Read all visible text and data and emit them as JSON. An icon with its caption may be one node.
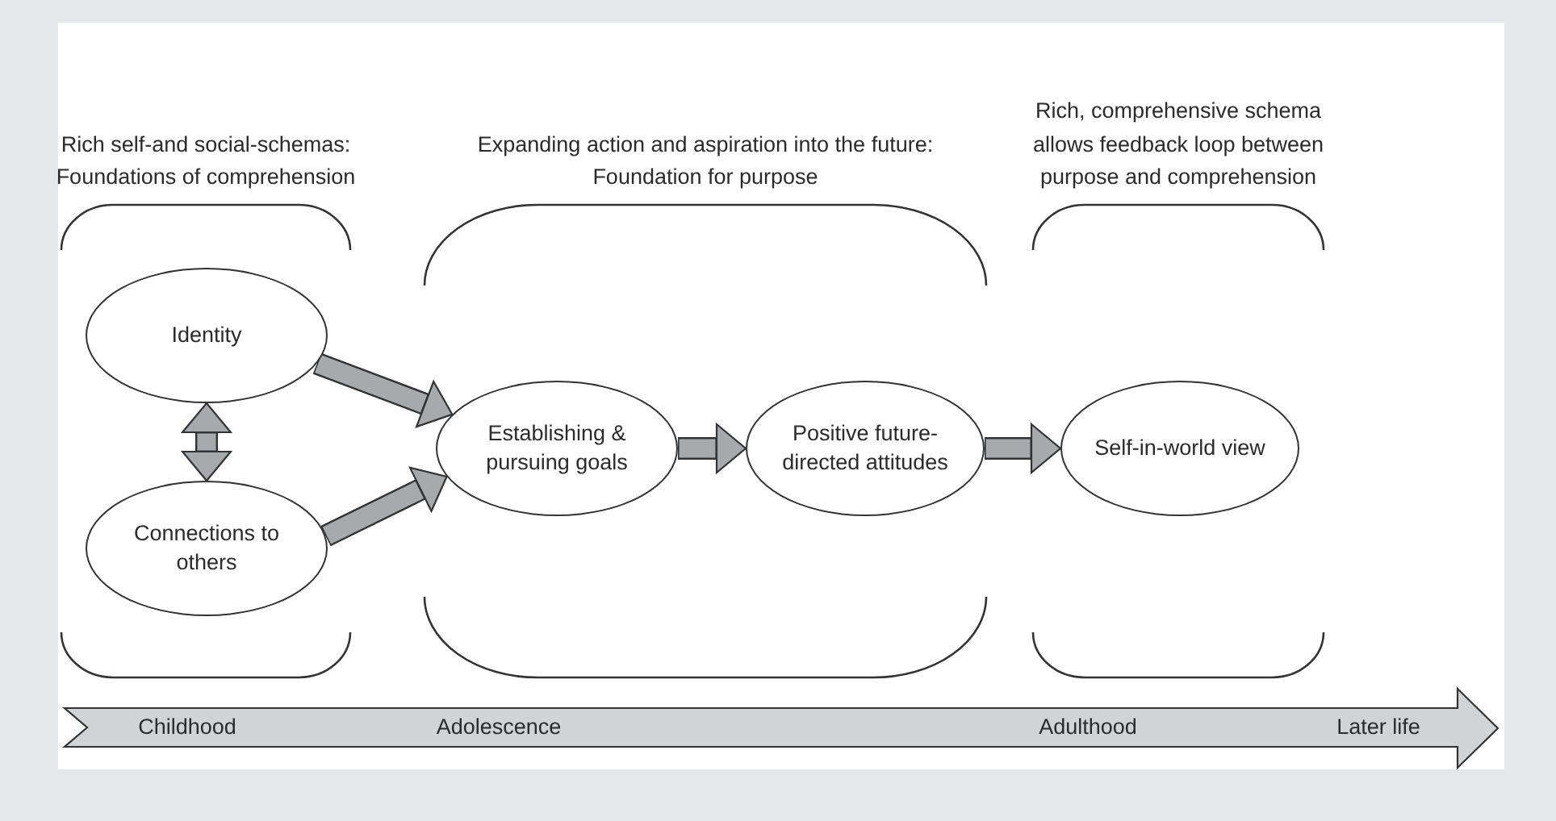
{
  "diagram": {
    "nodes": [
      {
        "text": [
          "Rich self-and social-schemas: Foundations of comprehension"
        ]
      },
      {
        "text": [
          "Identity"
        ],
        "in": 0
      },
      {
        "text": [
          "Connections to others"
        ],
        "in": 0
      },
      {
        "text": [
          "Expanding action and aspiration into the future: Foundation for purpose"
        ]
      },
      {
        "text": [
          "Establishing & pursuing goals"
        ],
        "in": 3
      },
      {
        "text": [
          "Positive future-directed attitudes"
        ],
        "in": 3
      },
      {
        "text": [
          "Rich, comprehensive schema allows feedback loop between purpose and comprehension"
        ]
      },
      {
        "text": [
          "Self-in-world view"
        ],
        "in": 6
      }
    ],
    "edges": [
      {
        "from": 1,
        "to": 2,
        "arrow": "both"
      },
      {
        "from": 1,
        "to": 4,
        "arrow": "to"
      },
      {
        "from": 2,
        "to": 4,
        "arrow": "to"
      },
      {
        "from": 4,
        "to": 5,
        "arrow": "to"
      },
      {
        "from": 5,
        "to": 7,
        "arrow": "to"
      }
    ],
    "labels": [
      "Childhood",
      "Adolescence",
      "Adulthood",
      "Later life"
    ]
  }
}
